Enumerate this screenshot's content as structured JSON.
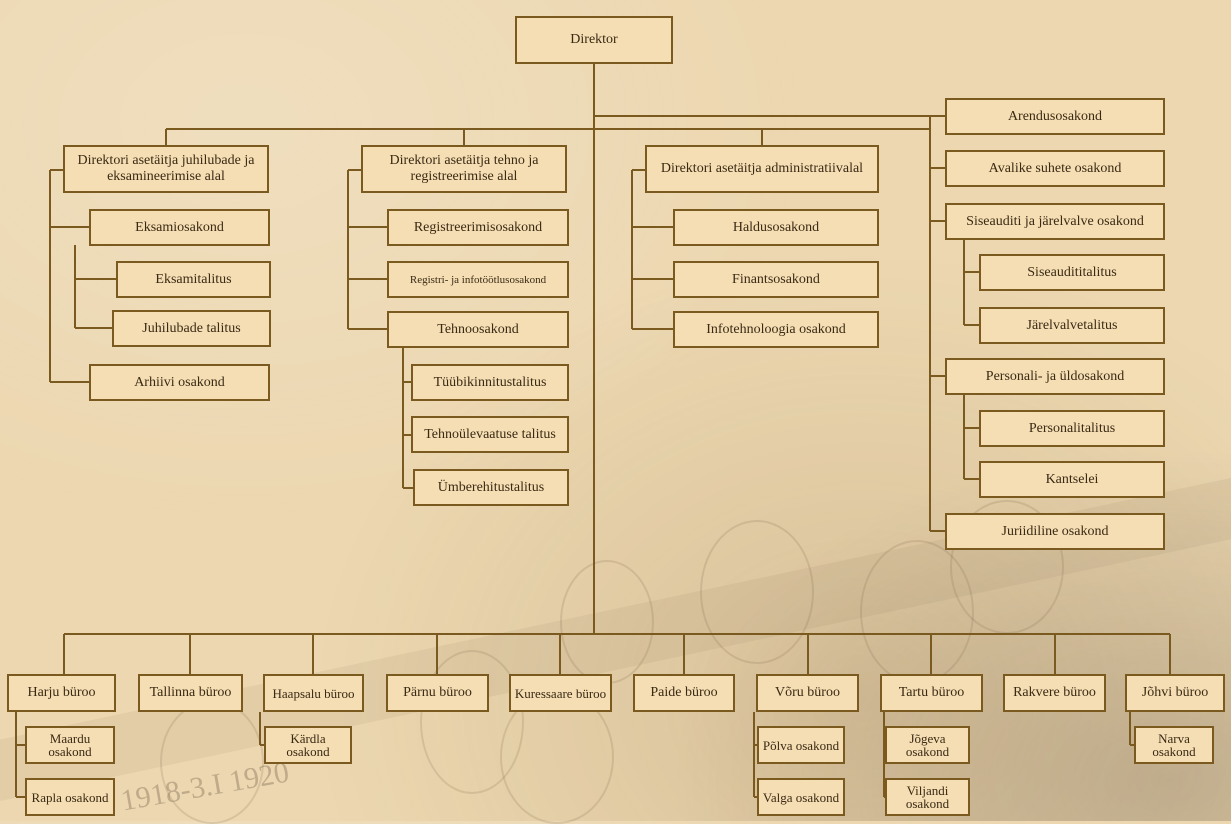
{
  "nodes": {
    "director": "Direktor",
    "dep1": "Direktori asetäitja juhilubade ja eksamineerimise alal",
    "eksamiosakond": "Eksamiosakond",
    "eksamitalitus": "Eksamitalitus",
    "juhilubade_talitus": "Juhilubade talitus",
    "arhiivi_osakond": "Arhiivi osakond",
    "dep2": "Direktori asetäitja tehno ja registreerimise alal",
    "registreerimisosakond": "Registreerimisosakond",
    "registri_osakond": "Registri- ja infotöötlusosakond",
    "tehnoosakond": "Tehnoosakond",
    "tyybikinnitus": "Tüübikinnitustalitus",
    "tehnoylevaatus": "Tehnoülevaatuse talitus",
    "ymberehitus": "Ümberehitustalitus",
    "dep3": "Direktori asetäitja administratiivalal",
    "haldusosakond": "Haldusosakond",
    "finantsosakond": "Finantsosakond",
    "infotehnoloogia": "Infotehnoloogia osakond",
    "arendusosakond": "Arendusosakond",
    "avalike_suhete": "Avalike suhete osakond",
    "siseauditi": "Siseauditi ja järelvalve osakond",
    "siseaudititalitus": "Siseaudititalitus",
    "jarelvalvetalitus": "Järelvalvetalitus",
    "personali": "Personali- ja üldosakond",
    "personalitalitus": "Personalitalitus",
    "kantselei": "Kantselei",
    "juriidiline": "Juriidiline osakond",
    "harju": "Harju büroo",
    "maardu": "Maardu osakond",
    "rapla": "Rapla osakond",
    "tallinna": "Tallinna büroo",
    "haapsalu": "Haapsalu büroo",
    "kardla": "Kärdla osakond",
    "parnu": "Pärnu büroo",
    "kuressaare": "Kuressaare büroo",
    "paide": "Paide büroo",
    "voru": "Võru büroo",
    "polva": "Põlva osakond",
    "valga": "Valga osakond",
    "tartu": "Tartu büroo",
    "jogeva": "Jõgeva osakond",
    "viljandi": "Viljandi osakond",
    "rakvere": "Rakvere büroo",
    "johvi": "Jõhvi büroo",
    "narva": "Narva osakond"
  },
  "background_text": "1918-3.I 1920",
  "colors": {
    "box_fill": "#f5deb4",
    "line": "#7a5a1e",
    "background": "#ecd7b0"
  }
}
